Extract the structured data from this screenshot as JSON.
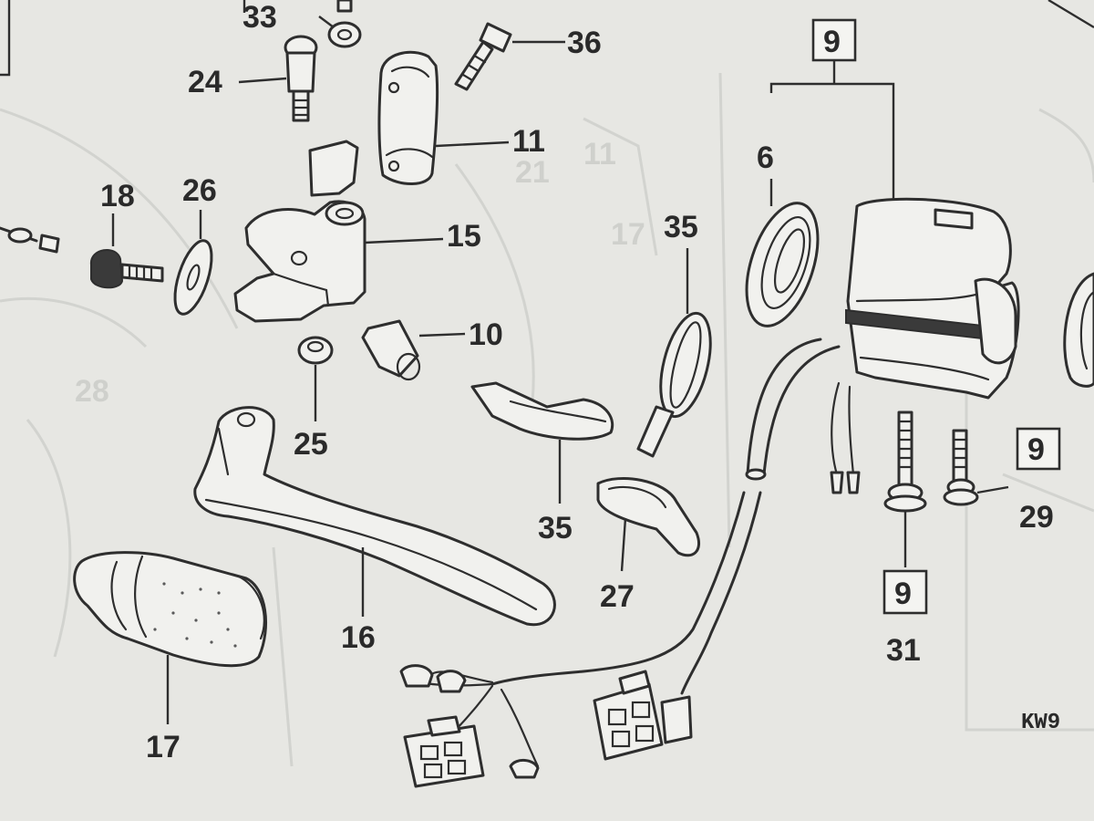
{
  "diagram": {
    "labels": {
      "p33": "33",
      "p36": "36",
      "p24": "24",
      "p11": "11",
      "p18": "18",
      "p26": "26",
      "p15": "15",
      "p10": "10",
      "p25": "25",
      "p16": "16",
      "p17": "17",
      "p35a": "35",
      "p35b": "35",
      "p27": "27",
      "p6": "6",
      "p29": "29",
      "p31": "31"
    },
    "boxed": {
      "top": "9",
      "right": "9",
      "bottom": "9"
    },
    "drawing_code": "KW9",
    "ghost_labels": {
      "g21": "21",
      "g11": "11",
      "g17": "17",
      "g28": "28"
    }
  }
}
